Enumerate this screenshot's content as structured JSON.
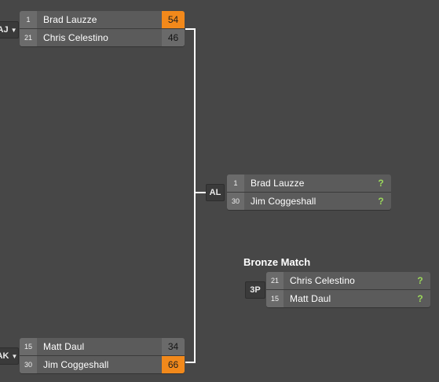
{
  "matches": {
    "aj": {
      "tag": "AJ",
      "players": [
        {
          "seed": "1",
          "name": "Brad Lauzze",
          "score": "54"
        },
        {
          "seed": "21",
          "name": "Chris Celestino",
          "score": "46"
        }
      ]
    },
    "ak": {
      "tag": "AK",
      "players": [
        {
          "seed": "15",
          "name": "Matt Daul",
          "score": "34"
        },
        {
          "seed": "30",
          "name": "Jim Coggeshall",
          "score": "66"
        }
      ]
    },
    "al": {
      "tag": "AL",
      "players": [
        {
          "seed": "1",
          "name": "Brad Lauzze",
          "status": "?"
        },
        {
          "seed": "30",
          "name": "Jim Coggeshall",
          "status": "?"
        }
      ]
    },
    "bronze": {
      "title": "Bronze Match",
      "tag": "3P",
      "players": [
        {
          "seed": "21",
          "name": "Chris Celestino",
          "status": "?"
        },
        {
          "seed": "15",
          "name": "Matt Daul",
          "status": "?"
        }
      ]
    }
  },
  "colors": {
    "background": "#474747",
    "winner": "#f2891b",
    "pending": "#9bd85a",
    "line": "#ffffff"
  },
  "icons": {
    "caret": "caret-down-icon"
  }
}
